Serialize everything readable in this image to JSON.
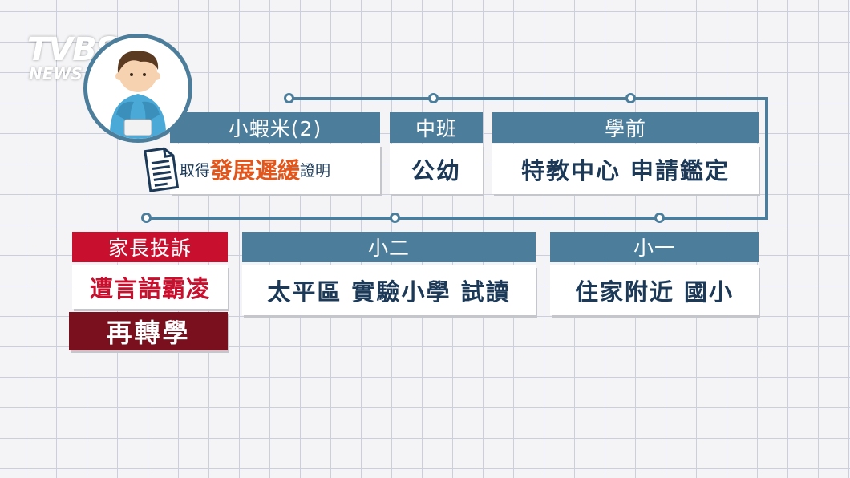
{
  "logo": {
    "brand": "TVBS",
    "sub": "NEWS"
  },
  "timeline_top": [
    {
      "header": "小蝦米(2)",
      "card_pre": "取得",
      "card_highlight": "發展遲緩",
      "card_post": "證明"
    },
    {
      "header": "中班",
      "card": "公幼"
    },
    {
      "header": "學前",
      "card": "特教中心 申請鑑定"
    }
  ],
  "timeline_bottom": [
    {
      "header": "家長投訴",
      "card": "遭言語霸凌",
      "banner": "再轉學"
    },
    {
      "header": "小二",
      "card": "太平區 實驗小學 試讀"
    },
    {
      "header": "小一",
      "card": "住家附近 國小"
    }
  ],
  "colors": {
    "header_blue": "#4c7e9b",
    "card_text": "#1c3a58",
    "highlight_orange": "#e2561c",
    "complaint_red": "#c8102e",
    "banner_dark_red": "#7a0f1d"
  },
  "icons": [
    "child-avatar-icon",
    "document-icon"
  ]
}
